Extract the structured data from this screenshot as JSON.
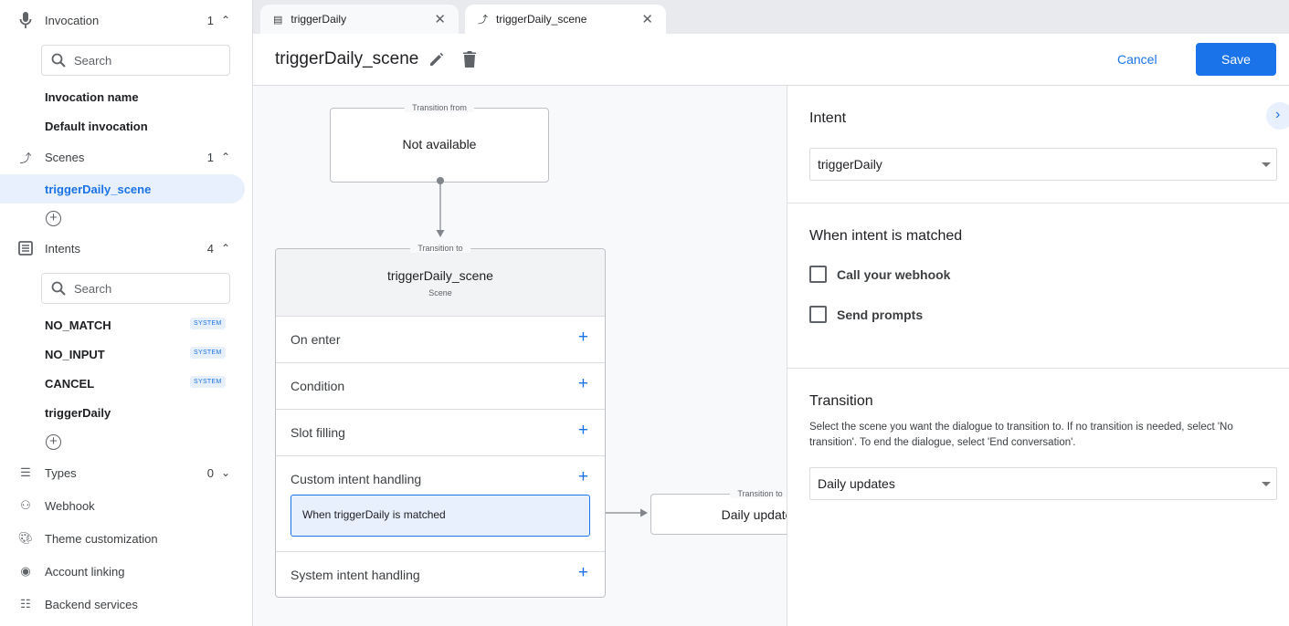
{
  "sidebar": {
    "invocation": {
      "label": "Invocation",
      "count": "1",
      "search_placeholder": "Search",
      "items": [
        "Invocation name",
        "Default invocation"
      ]
    },
    "scenes": {
      "label": "Scenes",
      "count": "1",
      "items": [
        "triggerDaily_scene"
      ]
    },
    "intents": {
      "label": "Intents",
      "count": "4",
      "search_placeholder": "Search",
      "items": [
        {
          "label": "NO_MATCH",
          "badge": "SYSTEM"
        },
        {
          "label": "NO_INPUT",
          "badge": "SYSTEM"
        },
        {
          "label": "CANCEL",
          "badge": "SYSTEM"
        },
        {
          "label": "triggerDaily"
        }
      ]
    },
    "types": {
      "label": "Types",
      "count": "0"
    },
    "webhook": "Webhook",
    "theme": "Theme customization",
    "account": "Account linking",
    "backend": "Backend services"
  },
  "tabs": [
    {
      "label": "triggerDaily",
      "icon": "intent-icon"
    },
    {
      "label": "triggerDaily_scene",
      "icon": "scene-icon",
      "active": true
    }
  ],
  "header": {
    "title": "triggerDaily_scene",
    "cancel": "Cancel",
    "save": "Save"
  },
  "canvas": {
    "from": {
      "legend": "Transition from",
      "text": "Not available"
    },
    "scene": {
      "legend": "Transition to",
      "title": "triggerDaily_scene",
      "subtitle": "Scene",
      "rows": [
        "On enter",
        "Condition",
        "Slot filling",
        "Custom intent handling",
        "System intent handling"
      ],
      "handler": "When triggerDaily is matched"
    },
    "to": {
      "legend": "Transition to",
      "text": "Daily updates"
    }
  },
  "panel": {
    "intent_heading": "Intent",
    "intent_value": "triggerDaily",
    "matched_heading": "When intent is matched",
    "webhook": "Call your webhook",
    "prompts": "Send prompts",
    "transition_heading": "Transition",
    "transition_help": "Select the scene you want the dialogue to transition to. If no transition is needed, select 'No transition'. To end the dialogue, select 'End conversation'.",
    "transition_value": "Daily updates"
  },
  "colors": {
    "accent": "#1a73e8",
    "selected_bg": "#e8f0fe"
  }
}
